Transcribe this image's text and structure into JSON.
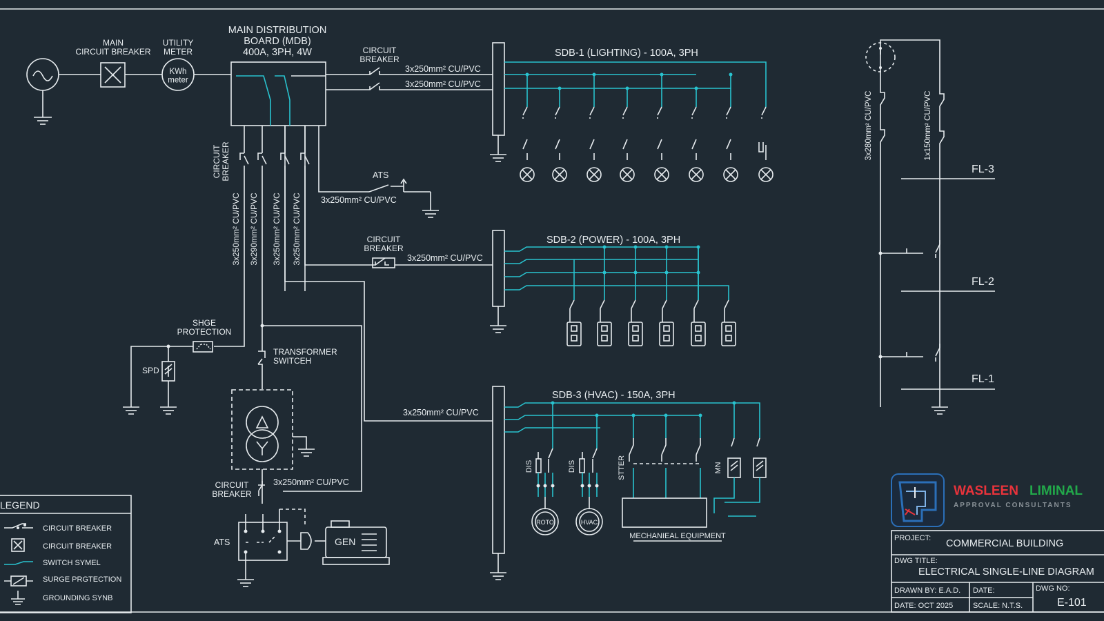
{
  "source": {
    "main_breaker_label": "MAIN\nCIRCUIT BREAKER",
    "meter_label": "UTILITY\nMETER",
    "meter_text": "KWh\nmeter"
  },
  "mdb": {
    "title": "MAIN DISTRIBUTION\nBOARD (MDB)\n400A, 3PH, 4W",
    "feeder_breaker_label": "CIRCUIT\nBREAKER",
    "cable_1": "3x250mm² CU/PVC",
    "cable_2": "3x250mm² CU/PVC",
    "outgoing_breaker_label": "CIRCUIT\nBREAKER",
    "vertical_cables": [
      "3x250mm² CU/PVC",
      "3x290mm² CU/PVC",
      "3x250mm² CU/PVC",
      "3x250mm² CU/PVC"
    ]
  },
  "ats_branch": {
    "label": "ATS",
    "cable": "3x250mm² CU/PVC"
  },
  "sdb1": {
    "title": "SDB-1 (LIGHTING) - 100A, 3PH"
  },
  "sdb2": {
    "title": "SDB-2 (POWER) - 100A, 3PH",
    "breaker_label": "CIRCUIT\nBREAKER",
    "cable": "3x250mm² CU/PVC"
  },
  "sdb3": {
    "title": "SDB-3 (HVAC) - 150A, 3PH",
    "cable": "3x250mm² CU/PVC",
    "dis_1": "DIS",
    "dis_2": "DIS",
    "motor_1": "ROTO",
    "motor_2": "HVAC",
    "starter": "STTER",
    "mn": "MN",
    "equipment": "MECHANIEAL EQUIPMENT"
  },
  "surge": {
    "label": "SHGE\nPROTECTION",
    "spd": "SPD"
  },
  "transformer": {
    "switch_label": "TRANSFORMER\nSWITCEH"
  },
  "generator": {
    "breaker_label": "CIRCUIT\nBREAKER",
    "cable": "3x250mm² CU/PVC",
    "ats": "ATS",
    "gen": "GEN"
  },
  "riser": {
    "cable_left": "3x280mm² CU/PVC",
    "cable_right": "1x150mm² CU/PVC",
    "floors": [
      "FL-3",
      "FL-2",
      "FL-1"
    ]
  },
  "legend": {
    "title": "LEGEND",
    "items": [
      {
        "icon": "breaker-icon",
        "label": "CIRCUIT BREAKER"
      },
      {
        "icon": "breaker-x-icon",
        "label": "CIRCUIT BREAKER"
      },
      {
        "icon": "switch-icon",
        "label": "SWITCH SYMEL"
      },
      {
        "icon": "surge-icon",
        "label": "SURGE PRGTECTION"
      },
      {
        "icon": "ground-icon",
        "label": "GROUNDING SYNB"
      }
    ]
  },
  "logo": {
    "name_part_1": "WASLEEN",
    "name_part_2": "LIMINAL",
    "tagline": "APPROVAL CONSULTANTS"
  },
  "title_block": {
    "project_label": "PROJECT:",
    "project_value": "COMMERCIAL BUILDING",
    "dwg_title_label": "DWG TITLE:",
    "dwg_title_value": "ELECTRICAL SINGLE-LINE DIAGRAM",
    "drawn_by": "DRAWN BY: E.A.D.",
    "date_label": "DATE:",
    "dwg_no_label": "DWG NO:",
    "date_value": "DATE: OCT 2025",
    "scale": "SCALE: N.T.S.",
    "dwg_no_value": "E-101"
  },
  "colors": {
    "background": "#1f2a33",
    "line": "#e6ebee",
    "accent": "#29c3cf",
    "logo_red": "#e8333b",
    "logo_green": "#22a84a"
  }
}
